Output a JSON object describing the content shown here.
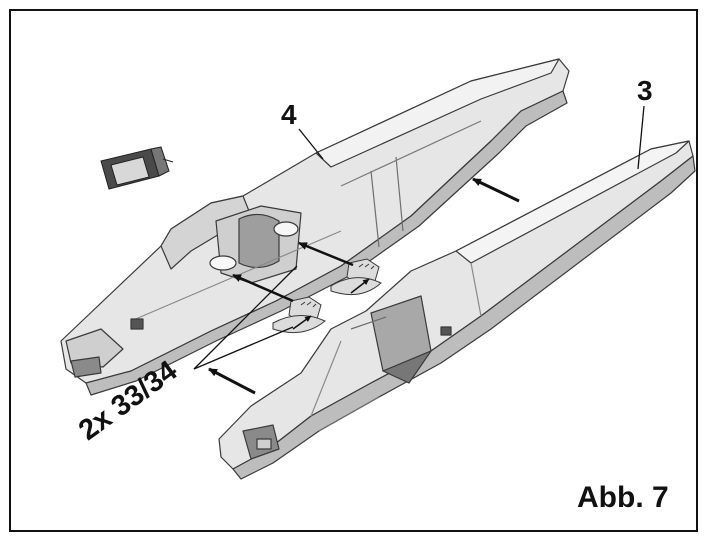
{
  "labels": {
    "part_left": "4",
    "part_right": "3",
    "small_parts": "2x 33/34",
    "caption": "Abb. 7"
  },
  "colors": {
    "frame": "#111111",
    "part_fill": "#e6e6e6",
    "part_shade": "#bdbdbd",
    "part_dark": "#8a8a8a",
    "outline": "#3a3a3a",
    "arrow": "#111111"
  },
  "icons": {
    "glue": "glue-bottle-icon"
  }
}
